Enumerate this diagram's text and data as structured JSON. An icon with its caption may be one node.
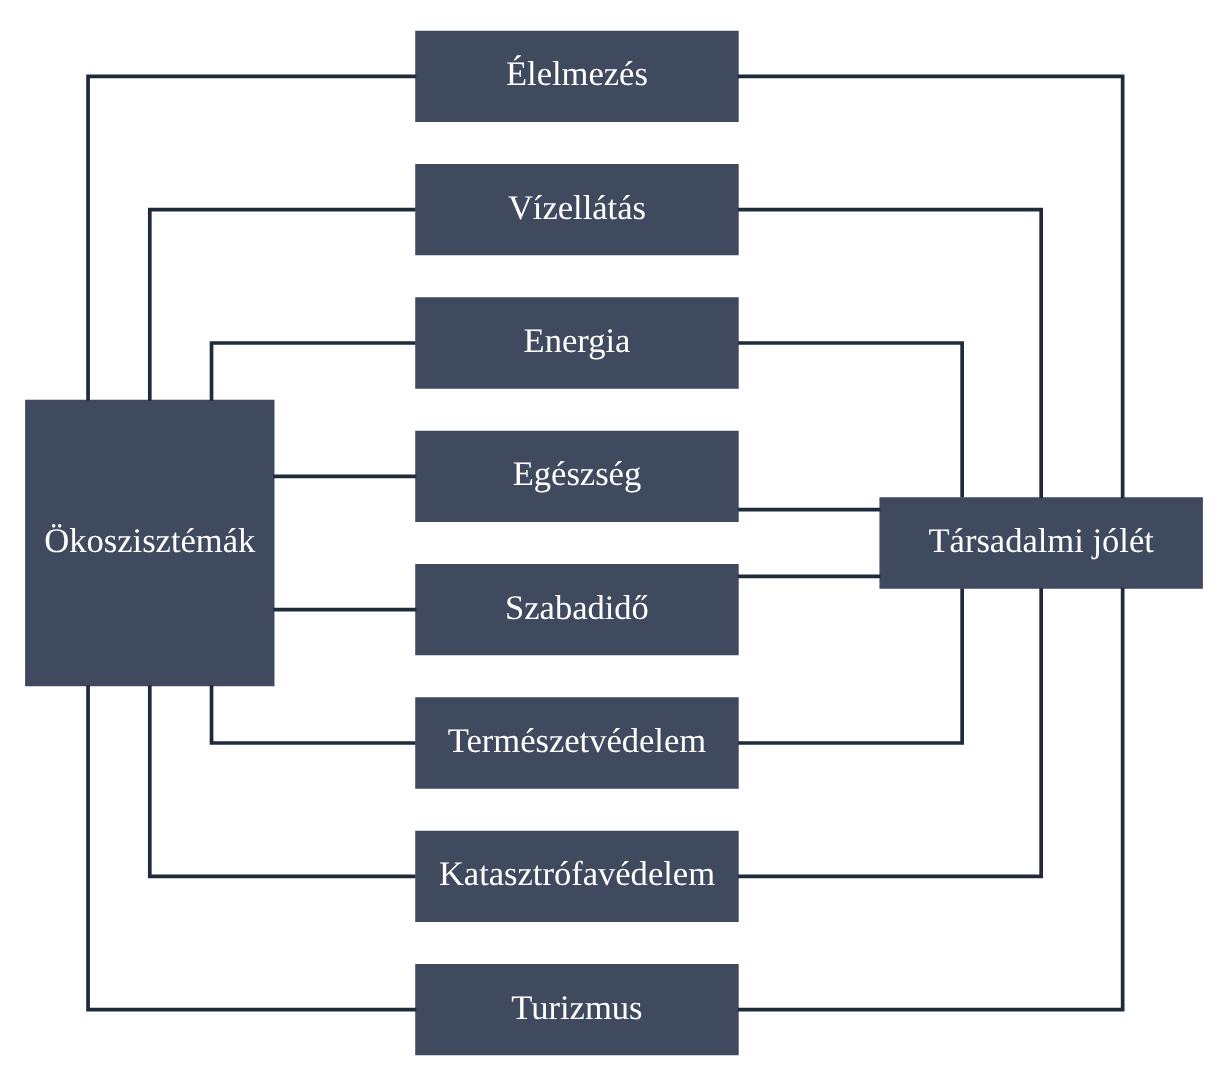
{
  "diagram": {
    "nodes": [
      {
        "text": [
          "Ökoszisztémák"
        ]
      },
      {
        "text": [
          "Élelmezés"
        ]
      },
      {
        "text": [
          "Vízellátás"
        ]
      },
      {
        "text": [
          "Energia"
        ]
      },
      {
        "text": [
          "Egészség"
        ]
      },
      {
        "text": [
          "Szabadidő"
        ]
      },
      {
        "text": [
          "Természetvédelem"
        ]
      },
      {
        "text": [
          "Katasztrófavédelem"
        ]
      },
      {
        "text": [
          "Turizmus"
        ]
      },
      {
        "text": [
          "Társadalmi jólét"
        ]
      }
    ],
    "edges": [
      {
        "from": 0,
        "to": 1,
        "arrow": "none"
      },
      {
        "from": 0,
        "to": 2,
        "arrow": "none"
      },
      {
        "from": 0,
        "to": 3,
        "arrow": "none"
      },
      {
        "from": 0,
        "to": 4,
        "arrow": "none"
      },
      {
        "from": 0,
        "to": 5,
        "arrow": "none"
      },
      {
        "from": 0,
        "to": 6,
        "arrow": "none"
      },
      {
        "from": 0,
        "to": 7,
        "arrow": "none"
      },
      {
        "from": 0,
        "to": 8,
        "arrow": "none"
      },
      {
        "from": 1,
        "to": 9,
        "arrow": "none"
      },
      {
        "from": 2,
        "to": 9,
        "arrow": "none"
      },
      {
        "from": 3,
        "to": 9,
        "arrow": "none"
      },
      {
        "from": 4,
        "to": 9,
        "arrow": "none"
      },
      {
        "from": 5,
        "to": 9,
        "arrow": "none"
      },
      {
        "from": 6,
        "to": 9,
        "arrow": "none"
      },
      {
        "from": 7,
        "to": 9,
        "arrow": "none"
      },
      {
        "from": 8,
        "to": 9,
        "arrow": "none"
      }
    ]
  }
}
